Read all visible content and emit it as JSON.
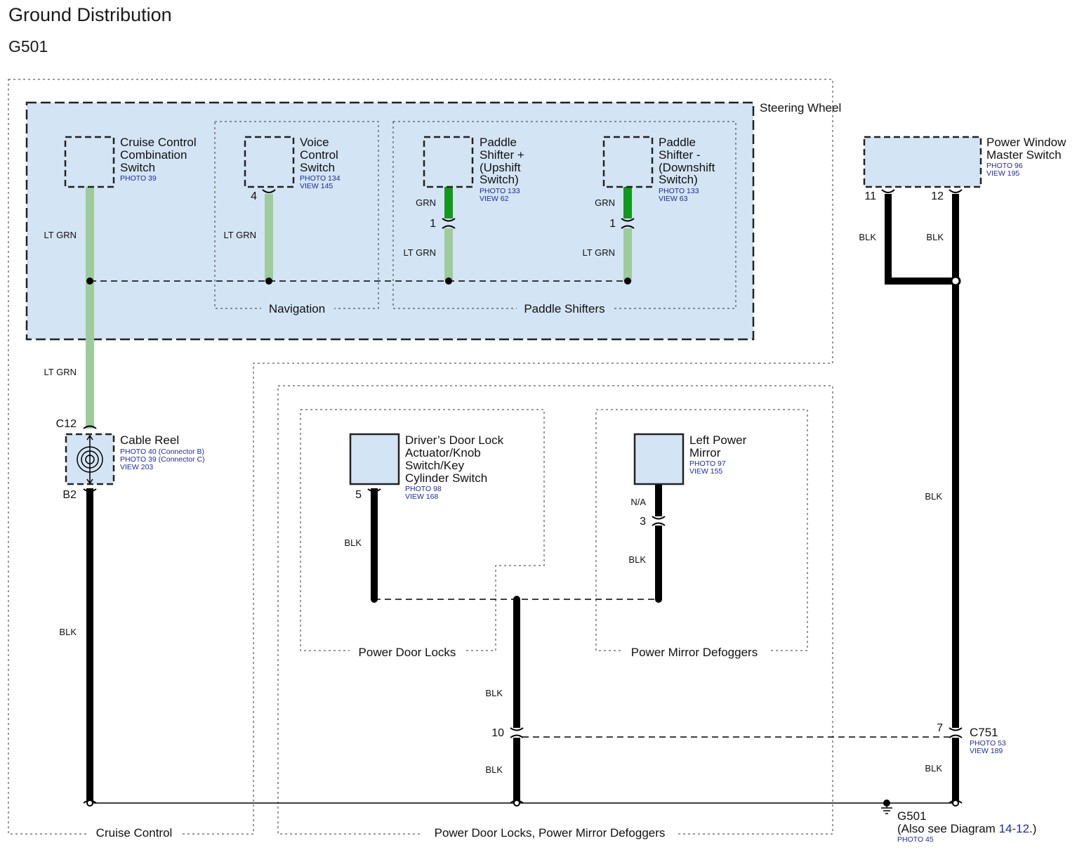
{
  "page": {
    "title": "Ground Distribution",
    "subtitle": "G501"
  },
  "groups": {
    "steering_wheel": "Steering Wheel",
    "navigation": "Navigation",
    "paddle_shifters": "Paddle Shifters",
    "power_door_locks": "Power Door Locks",
    "power_mirror_defoggers": "Power Mirror Defoggers",
    "cruise_control": "Cruise Control",
    "door_mirror_combined": "Power Door Locks, Power Mirror Defoggers"
  },
  "components": {
    "cruise_switch": {
      "name": [
        "Cruise Control",
        "Combination",
        "Switch"
      ],
      "refs": [
        "PHOTO 39"
      ]
    },
    "voice_switch": {
      "name": [
        "Voice",
        "Control",
        "Switch"
      ],
      "refs": [
        "PHOTO 134",
        "VIEW 145"
      ]
    },
    "paddle_up": {
      "name": [
        "Paddle",
        "Shifter +",
        "(Upshift",
        "Switch)"
      ],
      "refs": [
        "PHOTO 133",
        "VIEW 62"
      ]
    },
    "paddle_down": {
      "name": [
        "Paddle",
        "Shifter -",
        "(Downshift",
        "Switch)"
      ],
      "refs": [
        "PHOTO 133",
        "VIEW 63"
      ]
    },
    "pw_master": {
      "name": [
        "Power Window",
        "Master Switch"
      ],
      "refs": [
        "PHOTO 96",
        "VIEW 195"
      ]
    },
    "cable_reel": {
      "name": [
        "Cable Reel"
      ],
      "refs": [
        "PHOTO 40 (Connector B)",
        "PHOTO 39 (Connector C)",
        "VIEW 203"
      ]
    },
    "door_lock": {
      "name": [
        "Driver’s Door Lock",
        "Actuator/Knob",
        "Switch/Key",
        "Cylinder Switch"
      ],
      "refs": [
        "PHOTO 98",
        "VIEW 168"
      ]
    },
    "left_mirror": {
      "name": [
        "Left Power",
        "Mirror"
      ],
      "refs": [
        "PHOTO 97",
        "VIEW 155"
      ]
    }
  },
  "wire_labels": {
    "cruise_top": "LT GRN",
    "cruise_bottom": "LT GRN",
    "voice": "LT GRN",
    "paddle_up_top": "GRN",
    "paddle_up_bottom": "LT GRN",
    "paddle_down_top": "GRN",
    "paddle_down_bottom": "LT GRN",
    "reel_down": "BLK",
    "door_lock": "BLK",
    "mirror_na": "N/A",
    "mirror": "BLK",
    "trunk_upper": "BLK",
    "trunk_lower": "BLK",
    "pw_11": "BLK",
    "pw_12": "BLK",
    "pw_down": "BLK",
    "c751_down": "BLK"
  },
  "pins": {
    "voice": "4",
    "paddle_up": "1",
    "paddle_down": "1",
    "pw_11": "11",
    "pw_12": "12",
    "door_lock": "5",
    "mirror": "3",
    "trunk": "10",
    "c751": "7"
  },
  "connectors": {
    "c12": "C12",
    "b2": "B2",
    "c751": {
      "name": "C751",
      "refs": [
        "PHOTO 53",
        "VIEW 189"
      ]
    }
  },
  "ground": {
    "name": "G501",
    "note_prefix": "(Also see Diagram ",
    "note_link": "14-12",
    "note_suffix": ".)",
    "ref": "PHOTO 45"
  },
  "colors": {
    "component_fill": "#d3e4f4",
    "wire_blk": "#000000",
    "wire_lt_grn": "#9dcc9a",
    "wire_grn": "#109a1c",
    "ref_text": "#1d2a9e"
  }
}
